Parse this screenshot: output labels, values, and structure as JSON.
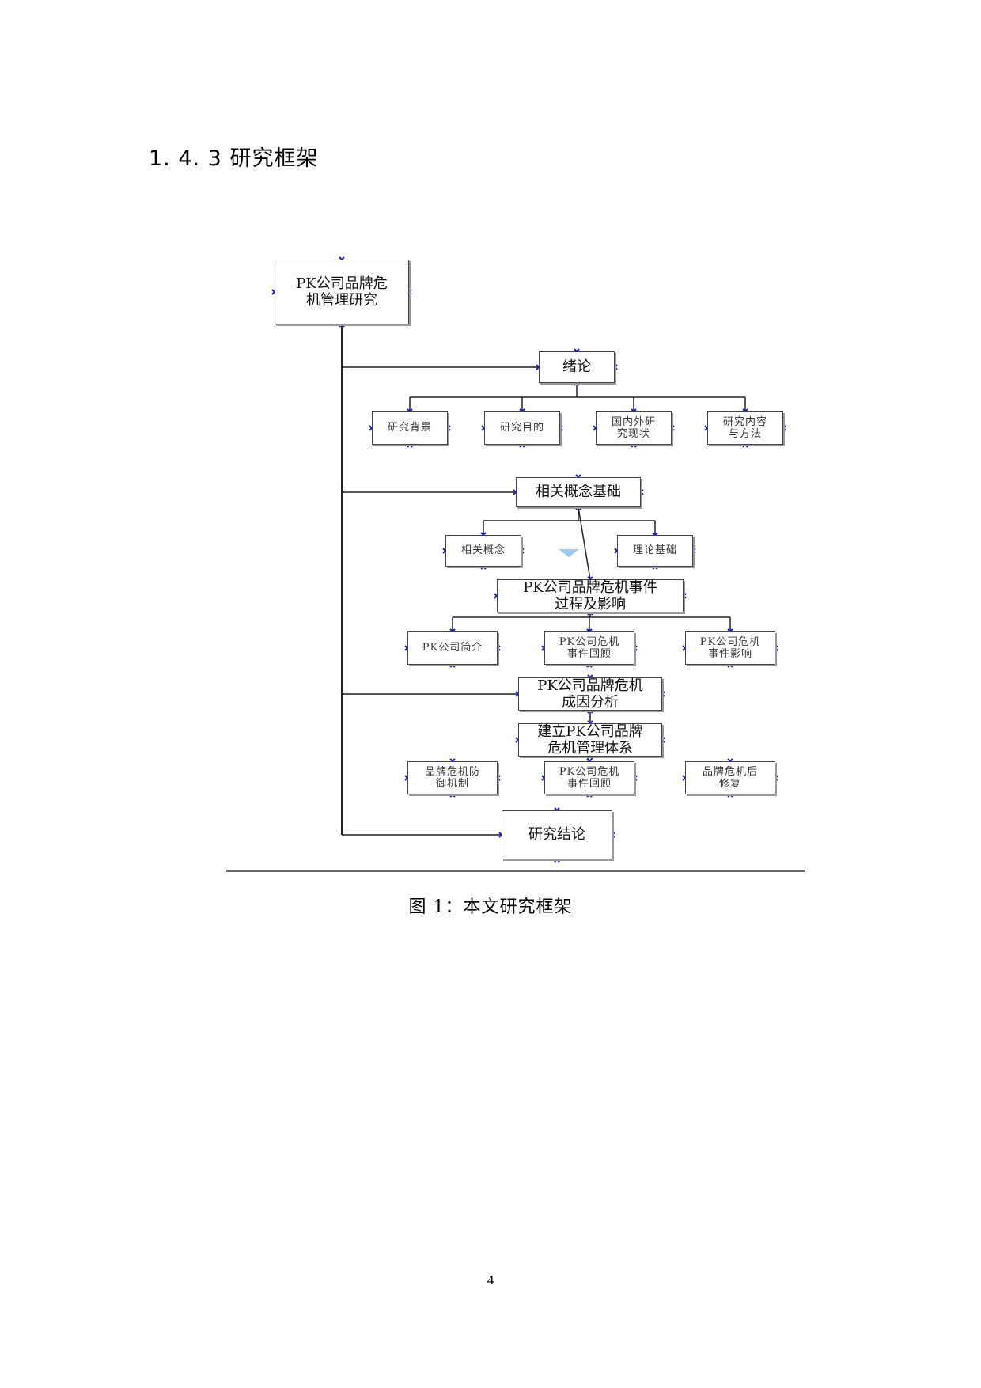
{
  "heading": "1. 4. 3 研究框架",
  "diagram": {
    "root": {
      "lines": [
        "PK公司品牌危",
        "机管理研究"
      ]
    },
    "sections": [
      {
        "label": [
          "绪论"
        ],
        "children": [
          [
            "研究背景"
          ],
          [
            "研究目的"
          ],
          [
            "国内外研",
            "究现状"
          ],
          [
            "研究内容",
            "与方法"
          ]
        ]
      },
      {
        "label": [
          "相关概念基础"
        ],
        "children": [
          [
            "相关概念"
          ],
          [
            "理论基础"
          ]
        ]
      },
      {
        "label": [
          "PK公司品牌危机事件",
          "过程及影响"
        ],
        "children": [
          [
            "PK公司简介"
          ],
          [
            "PK公司危机",
            "事件回顾"
          ],
          [
            "PK公司危机",
            "事件影响"
          ]
        ]
      },
      {
        "label": [
          "PK公司品牌危机",
          "成因分析"
        ],
        "children": []
      },
      {
        "label": [
          "建立PK公司品牌",
          "危机管理体系"
        ],
        "children": [
          [
            "品牌危机防",
            "御机制"
          ],
          [
            "PK公司危机",
            "事件回顾"
          ],
          [
            "品牌危机后",
            "修复"
          ]
        ]
      },
      {
        "label": [
          "研究结论"
        ],
        "children": []
      }
    ],
    "colors": {
      "line": "#222222",
      "marker": "#1a1acc",
      "arrow": "#9ec9ef"
    }
  },
  "caption": "图 1：本文研究框架",
  "page_number": "4"
}
